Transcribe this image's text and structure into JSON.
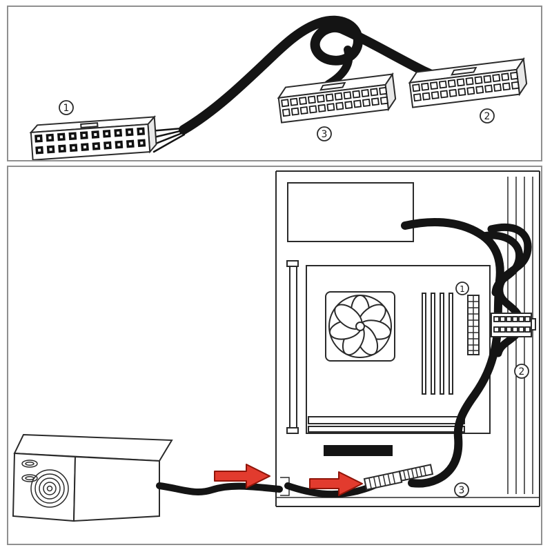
{
  "figure_top": {
    "labels": {
      "l1": "1",
      "l2": "2",
      "l3": "3"
    }
  },
  "figure_bottom": {
    "labels": {
      "l1": "1",
      "l2": "2",
      "l3": "3"
    }
  },
  "colors": {
    "arrow_red": "#e23b2e",
    "arrow_red_dark": "#8f1408",
    "panel_border": "#8f8f8f",
    "line": "#2a2a2a",
    "cable_black": "#141414"
  }
}
